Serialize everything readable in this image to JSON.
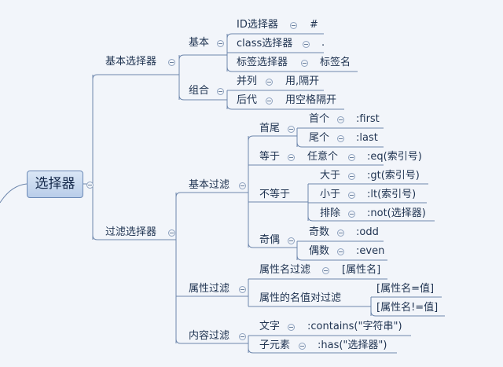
{
  "colors": {
    "line": "#6d86ac",
    "text": "#1e3250",
    "root_fill": "#c9daf0",
    "background": "#f2f5fa"
  },
  "root": {
    "label": "选择器"
  },
  "basic": {
    "label": "基本选择器",
    "base": {
      "label": "基本",
      "id": {
        "label": "ID选择器",
        "value": "#"
      },
      "cls": {
        "label": "class选择器",
        "value": "."
      },
      "tag": {
        "label": "标签选择器",
        "value": "标签名"
      }
    },
    "combo": {
      "label": "组合",
      "parallel": {
        "label": "并列",
        "value": "用,隔开"
      },
      "descendant": {
        "label": "后代",
        "value": "用空格隔开"
      }
    }
  },
  "filter": {
    "label": "过滤选择器",
    "basic": {
      "label": "基本过滤",
      "headtail": {
        "label": "首尾",
        "first": {
          "label": "首个",
          "value": ":first"
        },
        "last": {
          "label": "尾个",
          "value": ":last"
        }
      },
      "eq": {
        "label": "等于",
        "sub": "任意个",
        "value": ":eq(索引号)"
      },
      "neq": {
        "label": "不等于",
        "gt": {
          "label": "大于",
          "value": ":gt(索引号)"
        },
        "lt": {
          "label": "小于",
          "value": ":lt(索引号)"
        },
        "not": {
          "label": "排除",
          "value": ":not(选择器)"
        }
      },
      "oddeven": {
        "label": "奇偶",
        "odd": {
          "label": "奇数",
          "value": ":odd"
        },
        "even": {
          "label": "偶数",
          "value": ":even"
        }
      }
    },
    "attr": {
      "label": "属性过滤",
      "name": {
        "label": "属性名过滤",
        "value": "[属性名]"
      },
      "namevalue": {
        "label": "属性的名值对过滤",
        "eq": "[属性名=值]",
        "neq": "[属性名!=值]"
      }
    },
    "content": {
      "label": "内容过滤",
      "text": {
        "label": "文字",
        "value": ":contains(\"字符串\")"
      },
      "child": {
        "label": "子元素",
        "value": ":has(\"选择器\")"
      }
    }
  }
}
